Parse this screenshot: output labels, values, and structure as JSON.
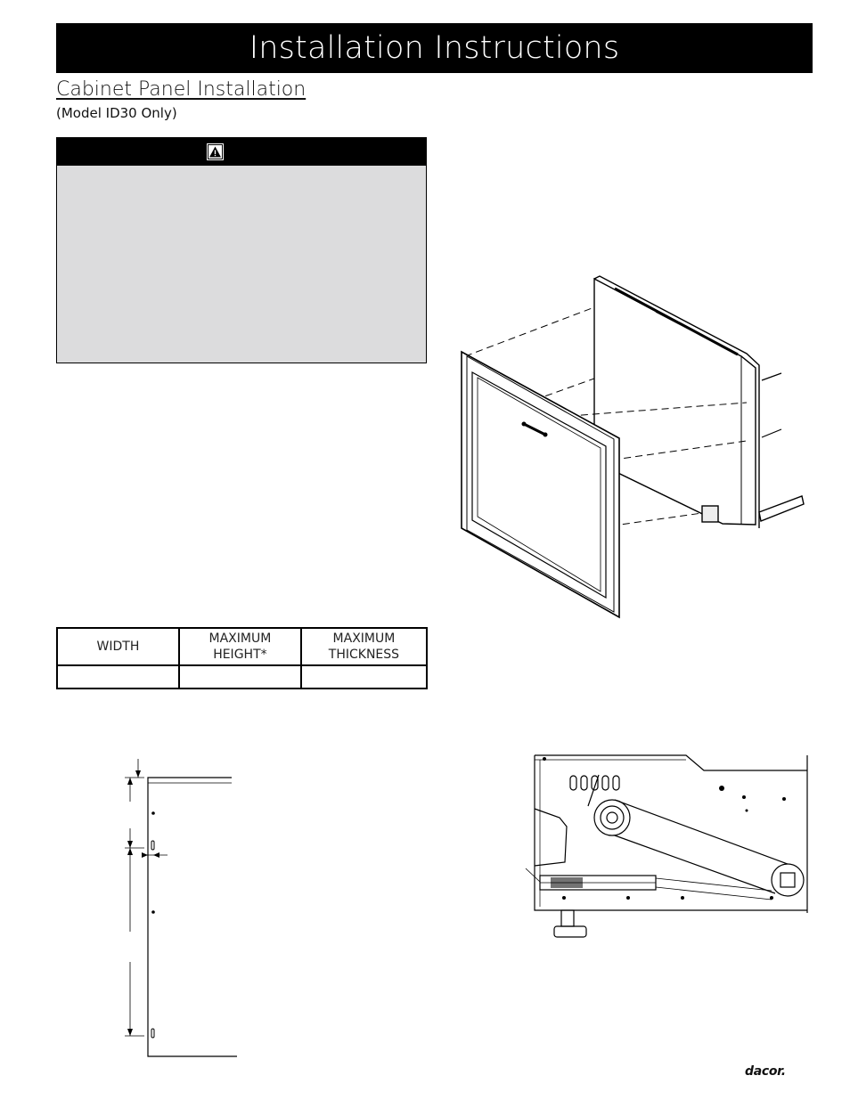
{
  "header": {
    "title": "Installation Instructions"
  },
  "section": {
    "title": "Cabinet Panel Installation",
    "subtitle": "(Model ID30 Only)"
  },
  "warning": {
    "icon": "warning-triangle-icon"
  },
  "dimensions_table": {
    "headers": [
      {
        "line1": "WIDTH",
        "line2": ""
      },
      {
        "line1": "MAXIMUM",
        "line2": "HEIGHT*"
      },
      {
        "line1": "MAXIMUM",
        "line2": "THICKNESS"
      }
    ],
    "values": [
      "",
      "",
      ""
    ]
  },
  "brand": {
    "logo_text": "dacor."
  }
}
